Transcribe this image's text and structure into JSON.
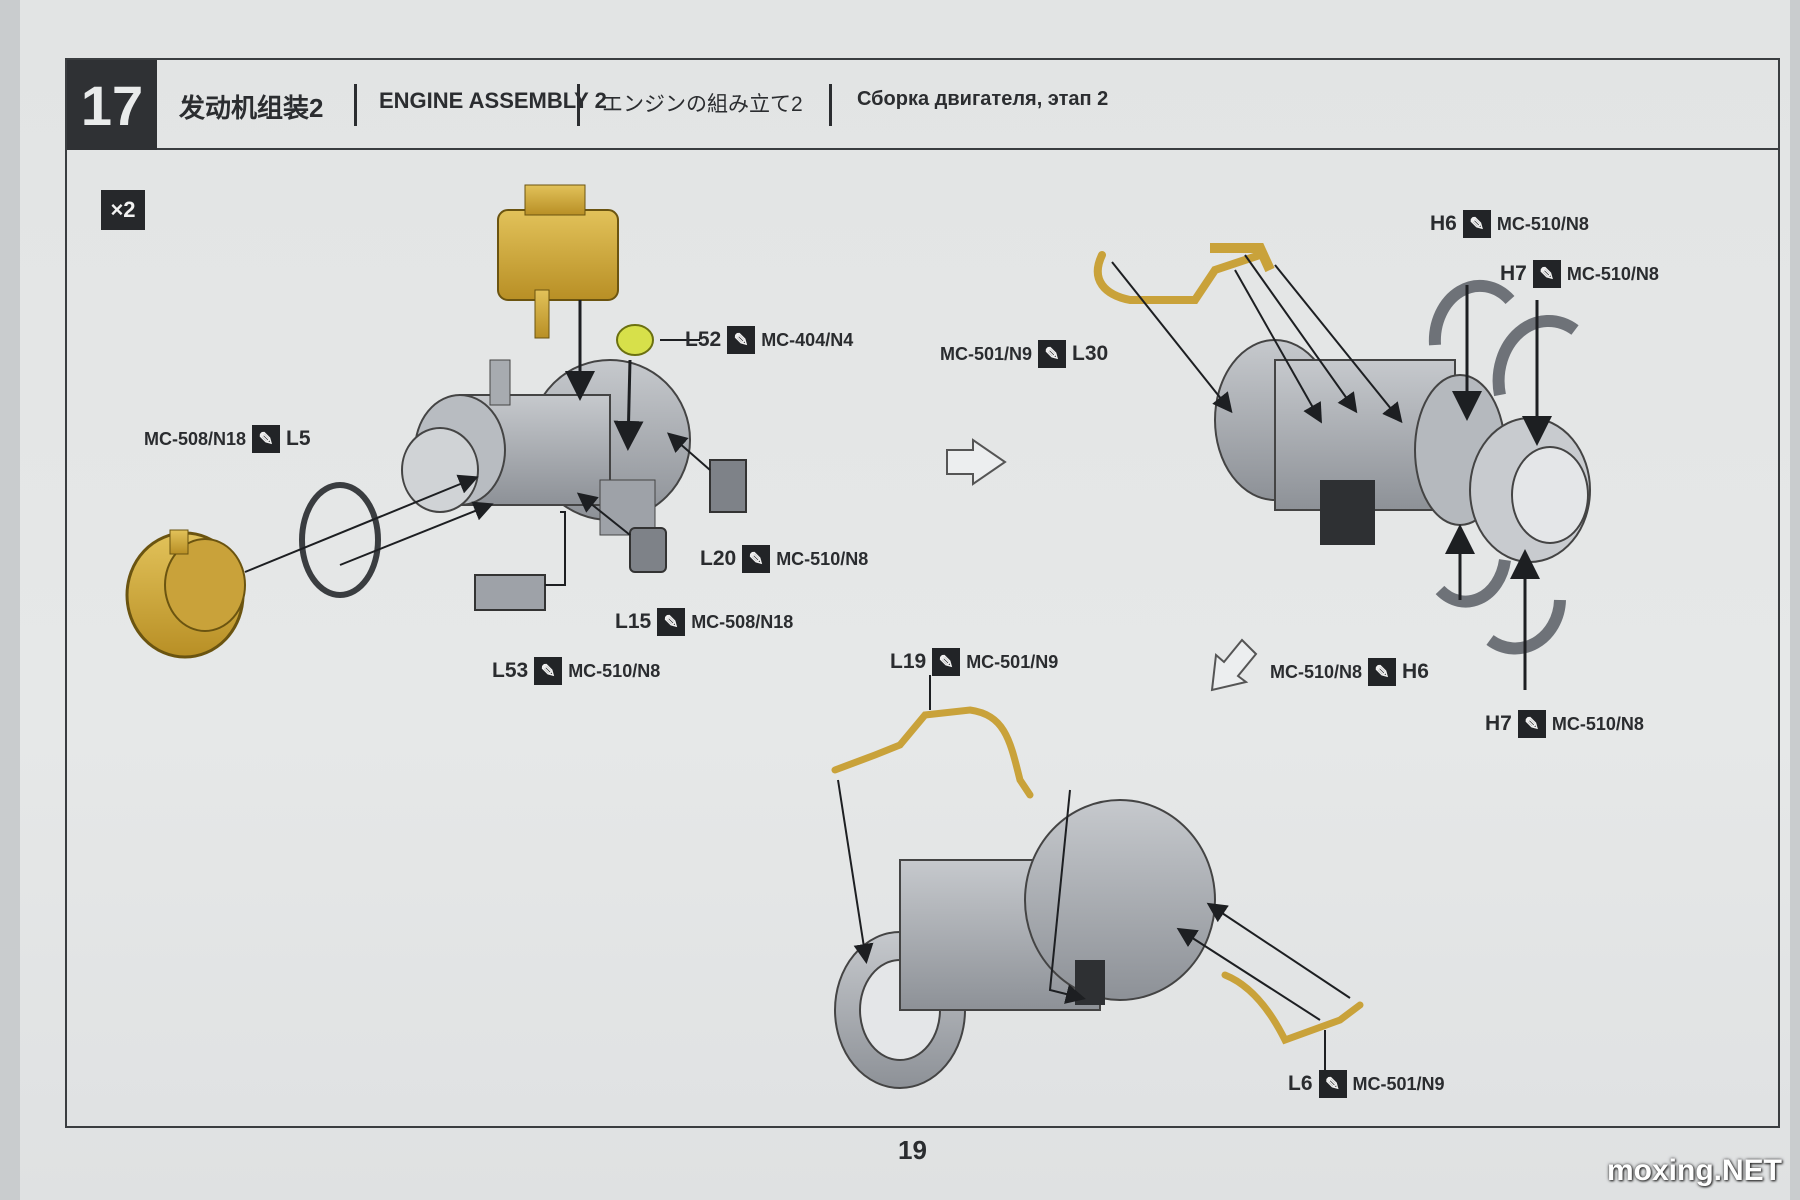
{
  "step": {
    "number": "17",
    "quantity": "×2"
  },
  "title": {
    "zh": "发动机组装2",
    "en": "ENGINE ASSEMBLY 2",
    "ja": "エンジンの組み立て2",
    "ru": "Сборка двигателя, этап 2"
  },
  "brush_icon": "paint-brush-icon",
  "callouts": [
    {
      "part": "L52",
      "code": "MC-404/N4"
    },
    {
      "part": "L5",
      "code": "MC-508/N18"
    },
    {
      "part": "L20",
      "code": "MC-510/N8"
    },
    {
      "part": "L15",
      "code": "MC-508/N18"
    },
    {
      "part": "L53",
      "code": "MC-510/N8"
    },
    {
      "part": "L30",
      "code": "MC-501/N9"
    },
    {
      "part": "H6",
      "code": "MC-510/N8"
    },
    {
      "part": "H7",
      "code": "MC-510/N8"
    },
    {
      "part": "H6",
      "code": "MC-510/N8"
    },
    {
      "part": "H7",
      "code": "MC-510/N8"
    },
    {
      "part": "L19",
      "code": "MC-501/N9"
    },
    {
      "part": "L6",
      "code": "MC-501/N9"
    }
  ],
  "page_number": "19",
  "watermark": "moxing.NET",
  "colors": {
    "painted_part": "#d4ae3e",
    "engine_grey": "#a9adb3",
    "highlight_part": "#d7e04a",
    "ink": "#2a2c2f"
  }
}
